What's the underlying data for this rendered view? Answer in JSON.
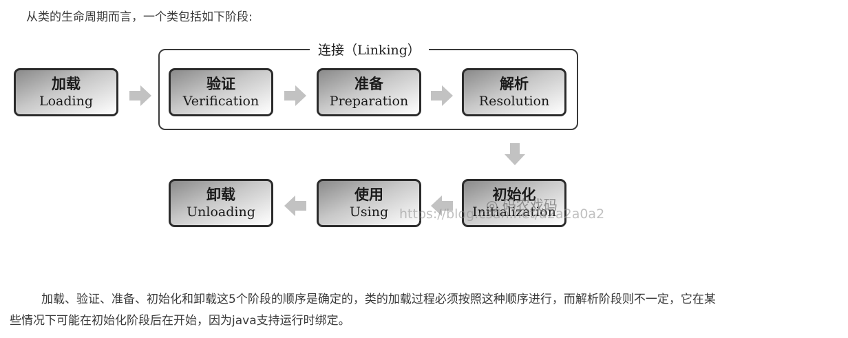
{
  "intro": "从类的生命周期而言，一个类包括如下阶段:",
  "linking_label": "连接（Linking）",
  "stages": {
    "loading": {
      "zh": "加载",
      "en": "Loading"
    },
    "verification": {
      "zh": "验证",
      "en": "Verification"
    },
    "preparation": {
      "zh": "准备",
      "en": "Preparation"
    },
    "resolution": {
      "zh": "解析",
      "en": "Resolution"
    },
    "initialization": {
      "zh": "初始化",
      "en": "Initialization"
    },
    "using": {
      "zh": "使用",
      "en": "Using"
    },
    "unloading": {
      "zh": "卸载",
      "en": "Unloading"
    }
  },
  "watermark": "https://blog.csdn.net/a2a2a0a2",
  "wechat_label": "码农戏码",
  "paragraph": {
    "line1": "加载、验证、准备、初始化和卸载这5个阶段的顺序是确定的，类的加载过程必须按照这种顺序进行，而解析阶段则不一定，它在某",
    "line2": "些情况下可能在初始化阶段后在开始，因为java支持运行时绑定。"
  }
}
